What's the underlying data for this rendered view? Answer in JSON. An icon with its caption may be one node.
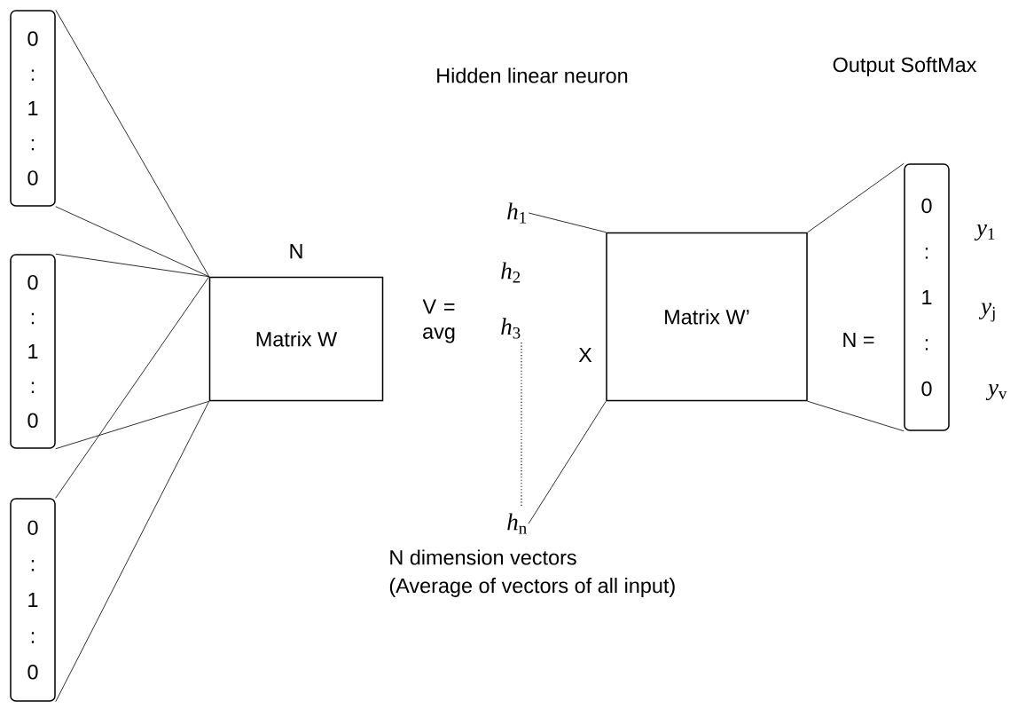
{
  "diagram": {
    "nodes": [
      {
        "text": [
          "0 : 1 : 0"
        ]
      },
      {
        "text": [
          "0 : 1 : 0"
        ]
      },
      {
        "text": [
          "0 : 1 : 0"
        ]
      },
      {
        "text": [
          "Matrix W"
        ],
        "beside": [
          "N"
        ]
      },
      {
        "text": [
          "*h*$_{1}$"
        ]
      },
      {
        "text": [
          "*h*$_{n}$"
        ]
      },
      {
        "text": [
          "Matrix W’"
        ]
      },
      {
        "text": [
          "0 : 1 : 0"
        ]
      }
    ],
    "edges": [
      {
        "from": 0,
        "to": 3,
        "arrow": "none"
      },
      {
        "from": 0,
        "to": 3,
        "arrow": "none"
      },
      {
        "from": 1,
        "to": 3,
        "arrow": "none"
      },
      {
        "from": 1,
        "to": 3,
        "arrow": "none"
      },
      {
        "from": 2,
        "to": 3,
        "arrow": "none"
      },
      {
        "from": 2,
        "to": 3,
        "arrow": "none"
      },
      {
        "from": 4,
        "to": 6,
        "arrow": "none"
      },
      {
        "from": 5,
        "to": 6,
        "arrow": "none"
      },
      {
        "from": 6,
        "to": 7,
        "arrow": "none"
      },
      {
        "from": 6,
        "to": 7,
        "arrow": "none"
      }
    ],
    "labels": [
      "Output SoftMax",
      "Hidden linear neuron",
      "*y*$_{1}$",
      "*h*$_{2}$",
      "V = avg",
      "*y*$_{j}$",
      "*h*$_{3}$",
      "X",
      "N =",
      "*y*$_{v}$",
      "N dimension vectors",
      "(Average of vectors of all input)"
    ]
  }
}
